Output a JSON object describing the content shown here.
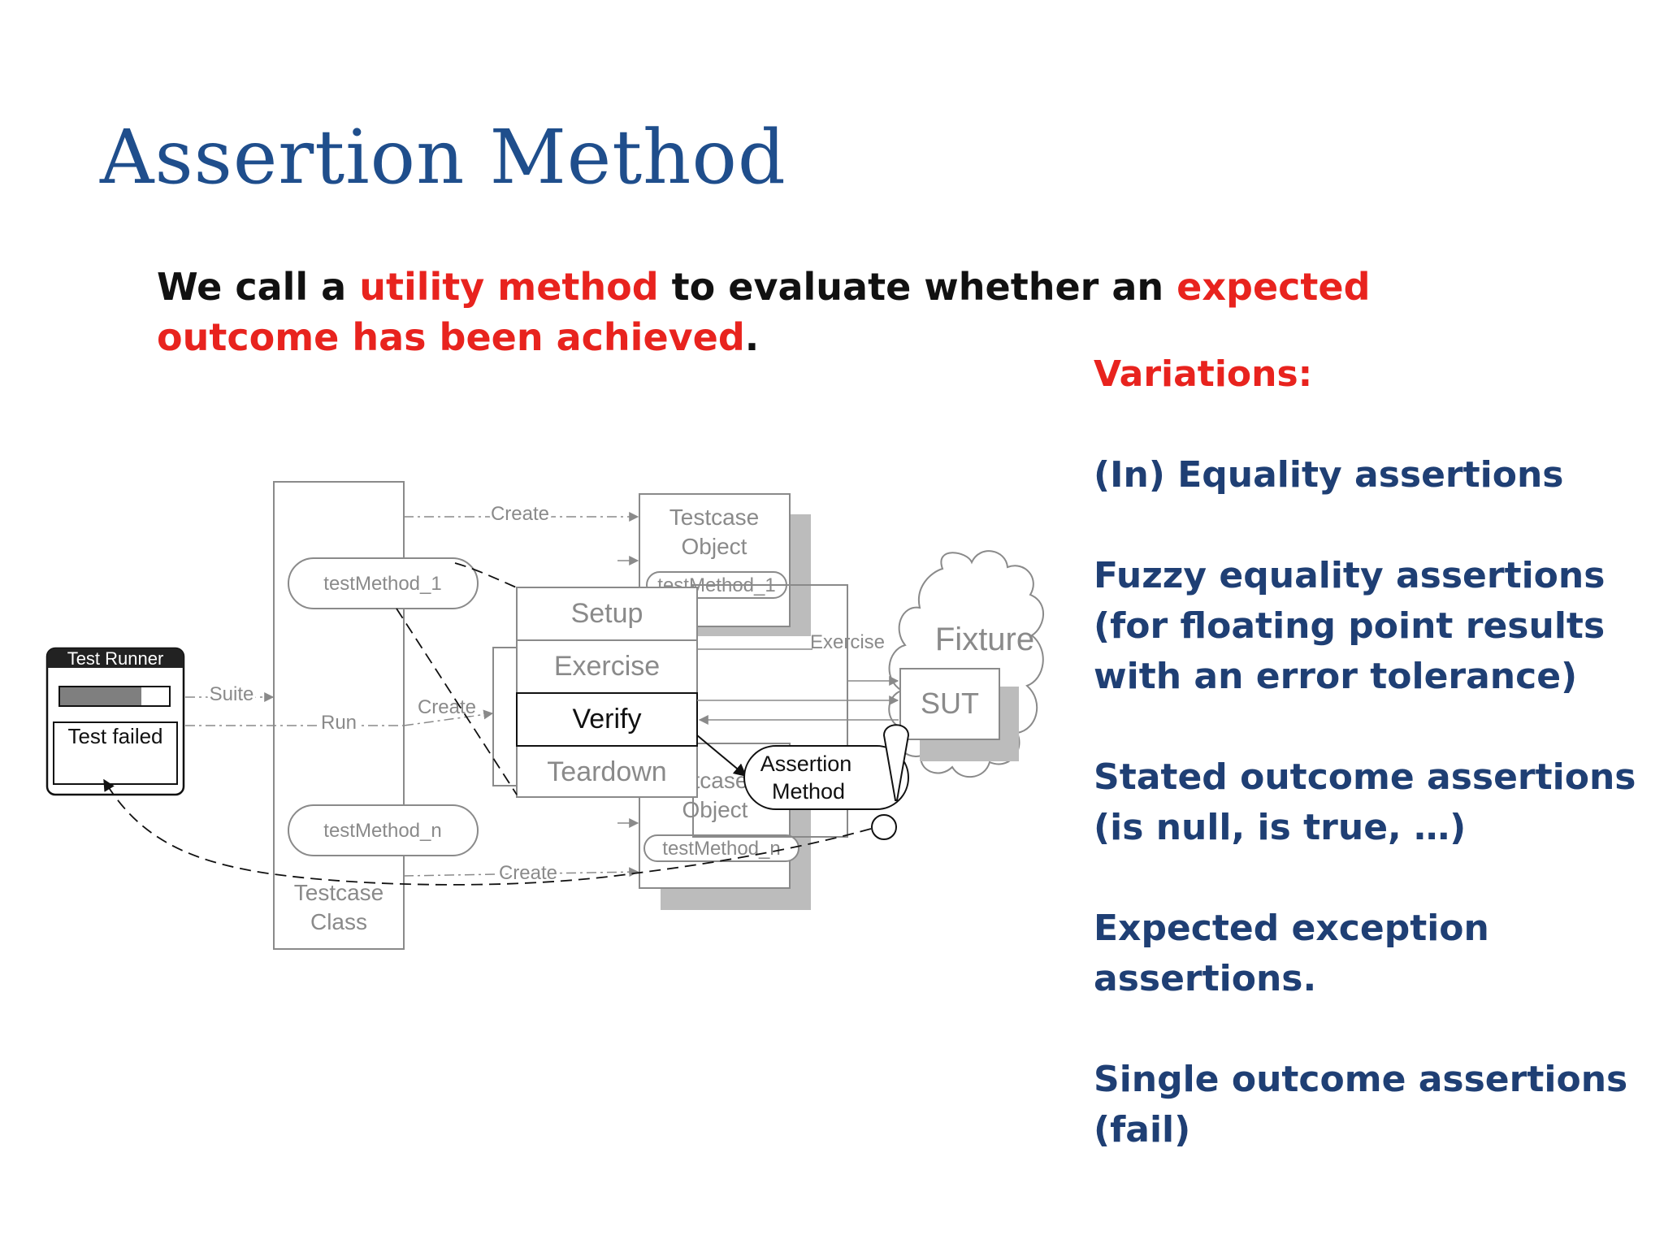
{
  "title": "Assertion Method",
  "intro": {
    "part1": "We call a ",
    "highlight1": "utility method",
    "part2": " to evaluate whether an ",
    "highlight2": "expected outcome has been achieved",
    "end": "."
  },
  "variations": {
    "title": "Variations:",
    "items": [
      {
        "lines": [
          "(In) Equality assertions"
        ]
      },
      {
        "lines": [
          "Fuzzy equality assertions",
          "(for floating point results",
          "with an error tolerance)"
        ]
      },
      {
        "lines": [
          "Stated outcome assertions",
          "(is null, is true, …)"
        ]
      },
      {
        "lines": [
          "Expected exception",
          "assertions."
        ]
      },
      {
        "lines": [
          "Single outcome assertions",
          "(fail)"
        ]
      }
    ]
  },
  "diagram": {
    "test_runner": "Test Runner",
    "test_failed": "Test failed",
    "suite": "Suite",
    "run": "Run",
    "create_top": "Create",
    "create_mid": "Create",
    "create_bottom": "Create",
    "testcase_object_top": [
      "Testcase",
      "Object"
    ],
    "test_method_1_obj": "testMethod_1",
    "test_method_1": "testMethod_1",
    "test_method_n": "testMethod_n",
    "testcase_class": [
      "Testcase",
      "Class"
    ],
    "phases": [
      "Setup",
      "Exercise",
      "Verify",
      "Teardown"
    ],
    "exercise_label": "Exercise",
    "fixture": "Fixture",
    "sut": "SUT",
    "assertion_method": [
      "Assertion",
      "Method"
    ],
    "testcase_object_bottom": [
      "stcase",
      "Object"
    ],
    "test_method_n_obj": "testMethod_n"
  },
  "colors": {
    "title": "#1f4e8c",
    "highlight": "#e8231e",
    "variations": "#1f3f74",
    "diagram_gray": "#8a8a8a"
  }
}
